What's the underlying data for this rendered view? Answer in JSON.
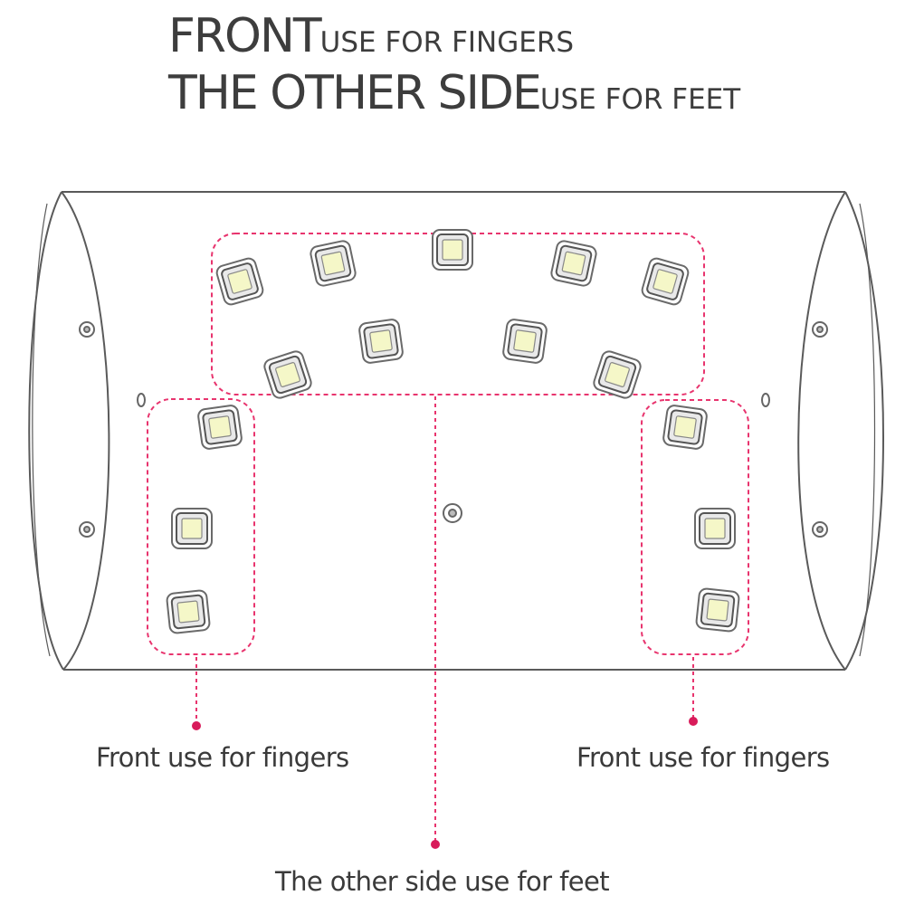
{
  "heading": {
    "line1_big": "FRONT",
    "line1_small": "USE FOR FINGERS",
    "line2_big": "THE OTHER SIDE",
    "line2_small": "USE FOR FEET"
  },
  "callouts": {
    "left_fingers": "Front use for fingers",
    "right_fingers": "Front use for fingers",
    "feet": "The other side use for feet"
  },
  "colors": {
    "outline": "#555555",
    "dashed_region": "#e8346e",
    "led_fill": "#f5f7c8",
    "text": "#3a3a3a"
  }
}
